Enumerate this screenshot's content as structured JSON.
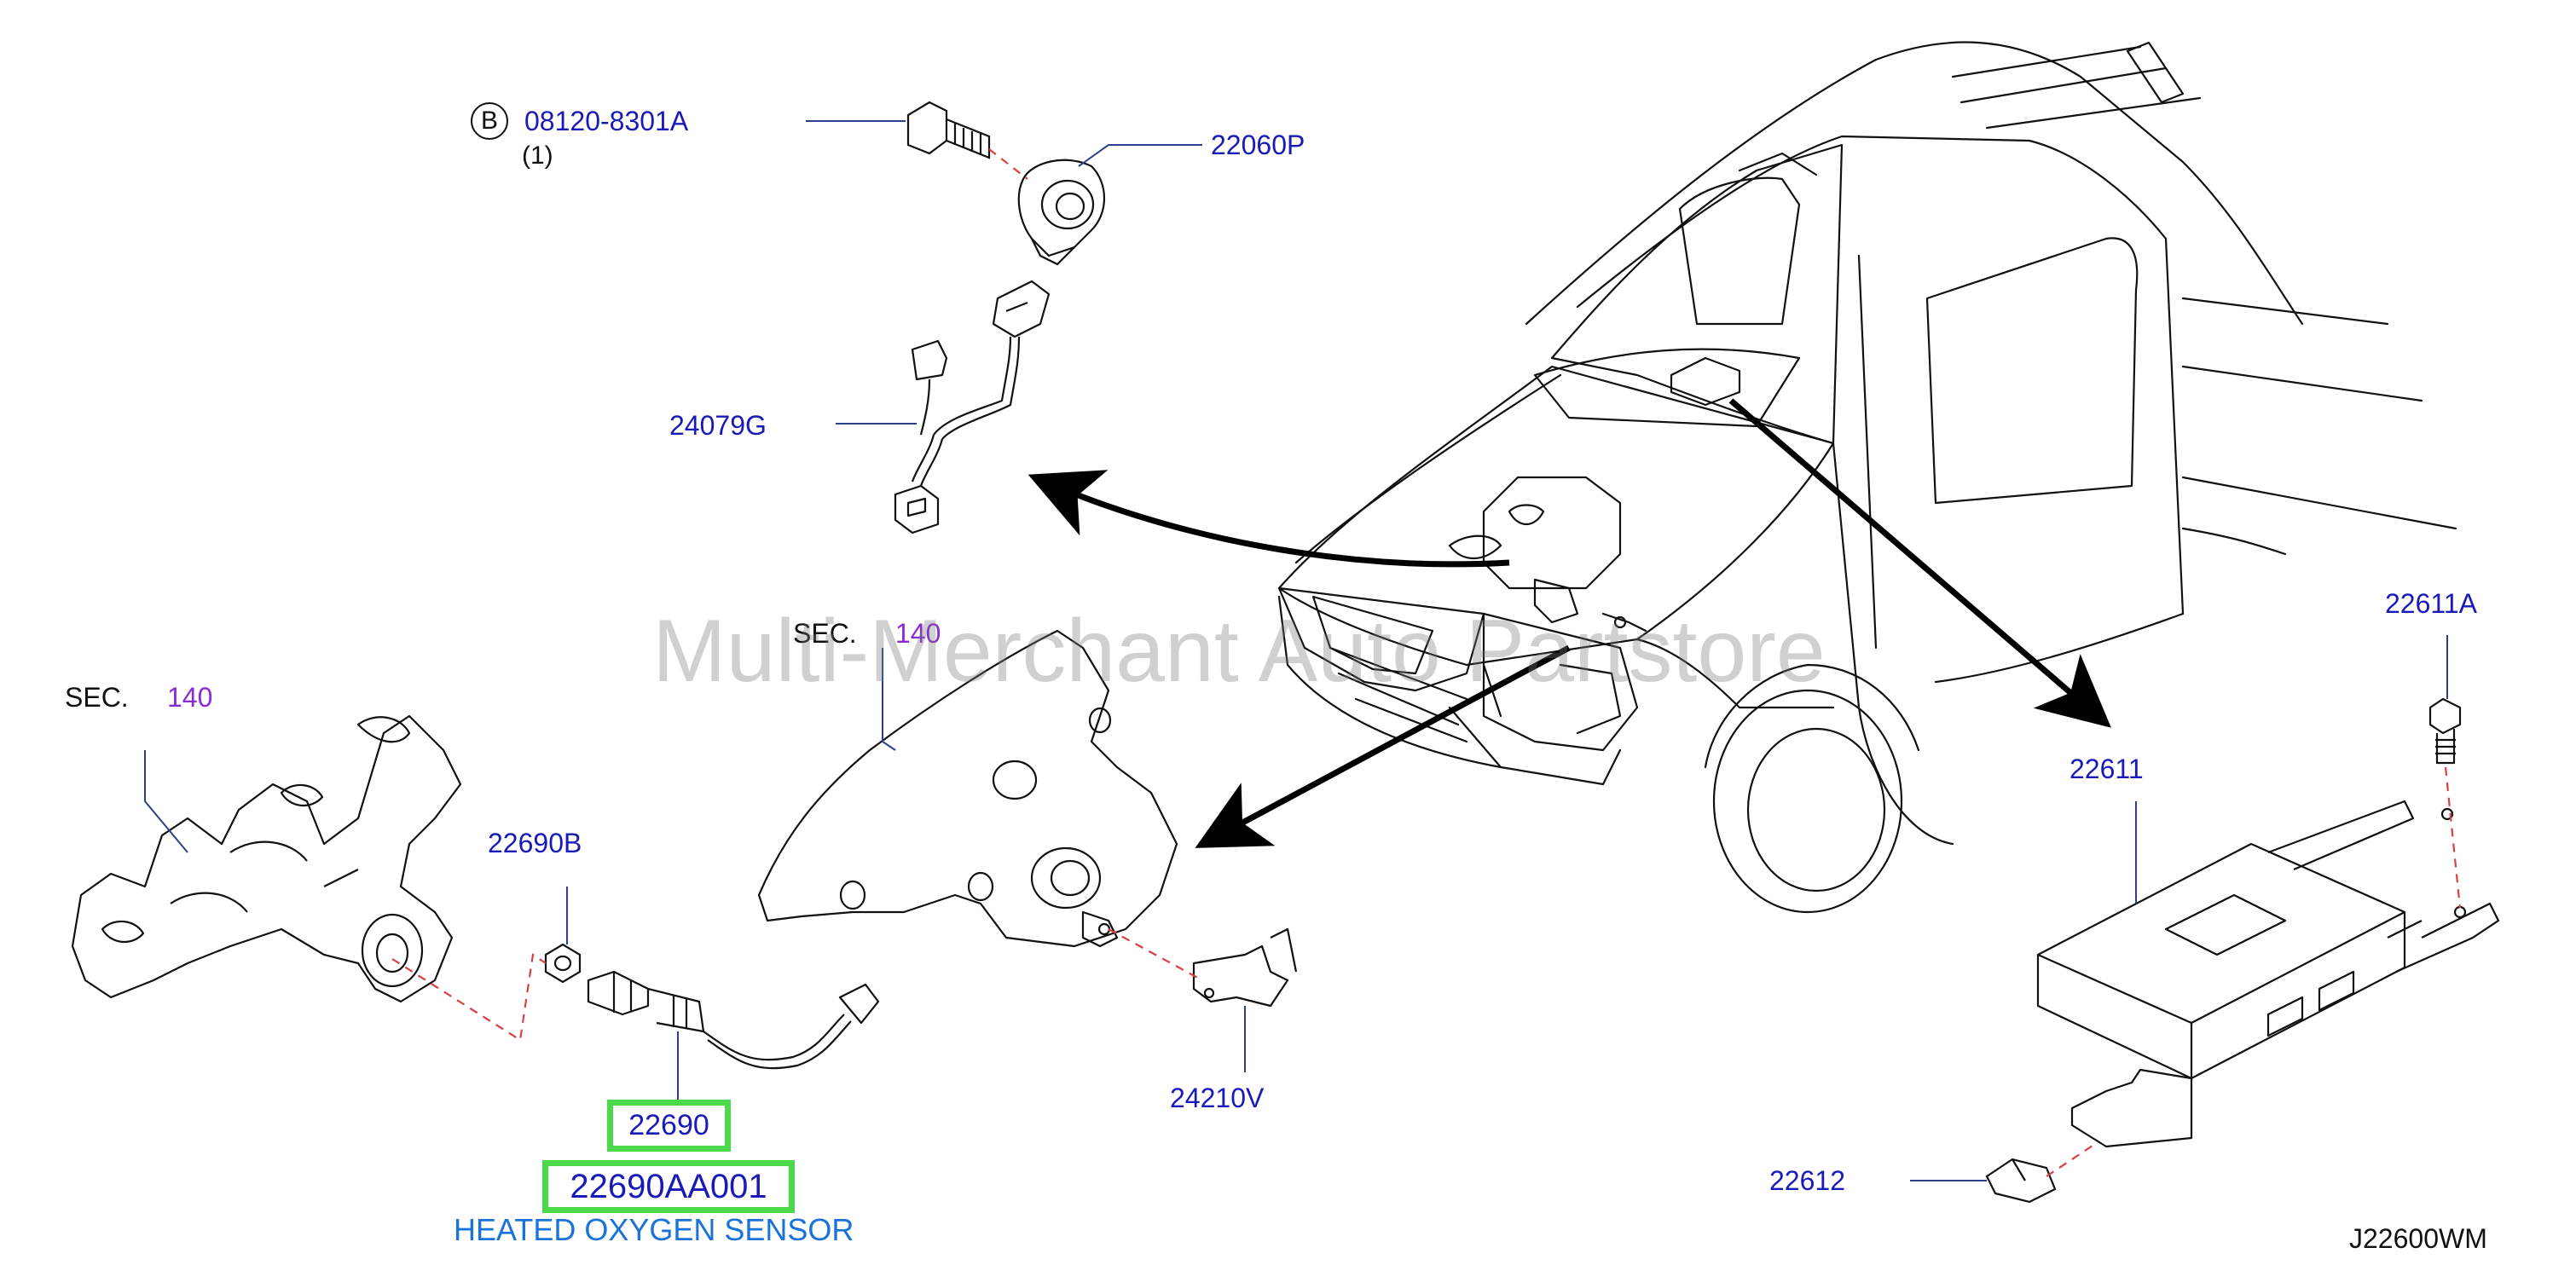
{
  "labels": {
    "bolt_part": "08120-8301A",
    "bolt_circle": "B",
    "bolt_qty": "(1)",
    "knock_sensor": "22060P",
    "harness": "24079G",
    "sec_left": "SEC.",
    "sec_left_num": "140",
    "sec_center": "SEC.",
    "sec_center_num": "140",
    "nut": "22690B",
    "sensor_ref": "22690",
    "sensor_part": "22690AA001",
    "sensor_name": "HEATED OXYGEN SENSOR",
    "bracket": "24210V",
    "ecu_bolt": "22611A",
    "ecu": "22611",
    "clip": "22612",
    "diagram_code": "J22600WM"
  },
  "watermark": "Multi-Merchant Auto Partstore",
  "colors": {
    "label_blue": "#1a1ab8",
    "section_purple": "#8a2bd6",
    "caption_blue": "#1a73d9",
    "highlight_green": "#4cd94c",
    "leader_line": "#2b3f8c",
    "dashed_red": "#d94040"
  }
}
